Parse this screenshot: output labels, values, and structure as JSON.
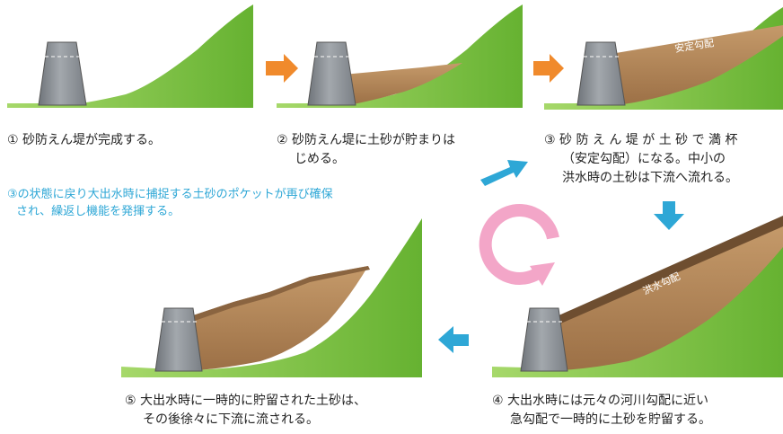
{
  "steps": [
    {
      "caption_line1": "① 砂防えん堤が完成する。"
    },
    {
      "caption_line1": "② 砂防えん堤に土砂が貯まりは",
      "caption_line2": "じめる。"
    },
    {
      "caption_line1": "③ 砂 防 え ん 堤 が 土 砂 で 満 杯",
      "caption_line2": "（安定勾配）になる。中小の",
      "caption_line3": "洪水時の土砂は下流へ流れる。",
      "slope_label": "安定勾配"
    },
    {
      "caption_line1": "④ 大出水時には元々の河川勾配に近い",
      "caption_line2": "急勾配で一時的に土砂を貯留する。",
      "slope_label": "洪水勾配"
    },
    {
      "caption_line1": "⑤ 大出水時に一時的に貯留された土砂は、",
      "caption_line2": "その後徐々に下流に流される。"
    }
  ],
  "cycle_note": {
    "line1": "③の状態に戻り大出水時に捕捉する土砂のポケットが再び確保",
    "line2": "され、繰返し機能を発揮する。"
  },
  "colors": {
    "grass": "#7cc242",
    "sediment": "#b58a5c",
    "sediment_dark": "#6e4e30",
    "dam": "#8a8f95",
    "orange_arrow": "#f08a2c",
    "blue_arrow": "#2ea7d6",
    "pink_cycle": "#f3a6c8"
  }
}
